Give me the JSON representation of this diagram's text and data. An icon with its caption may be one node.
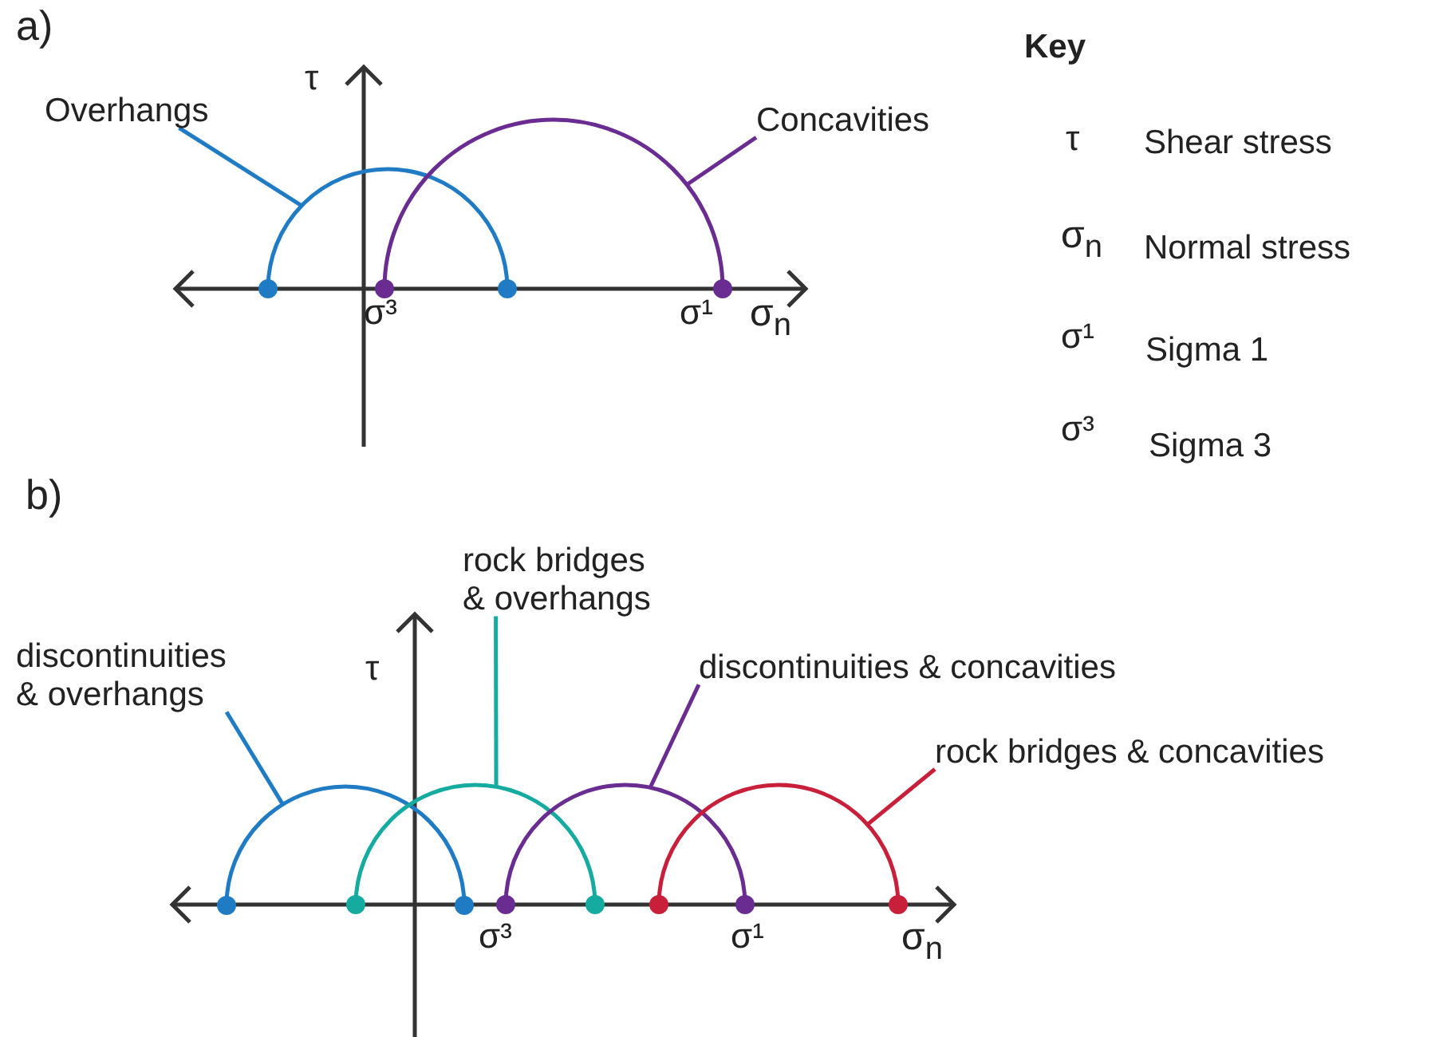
{
  "diagram": {
    "nodes": [
      {
        "text": [
          "Overhangs"
        ]
      },
      {
        "text": [],
        "shape": "semicircle"
      },
      {
        "text": [
          "Concavities"
        ]
      },
      {
        "text": [],
        "shape": "semicircle"
      },
      {
        "text": [
          "rock bridges & overhangs"
        ]
      },
      {
        "text": [
          "discontinuities & overhangs"
        ]
      },
      {
        "text": [
          "discontinuities & concavities"
        ]
      },
      {
        "text": [
          "rock bridges & concavities"
        ]
      },
      {
        "text": [],
        "shape": "semicircle"
      },
      {
        "text": [],
        "shape": "semicircle"
      },
      {
        "text": [],
        "shape": "semicircle"
      },
      {
        "text": [],
        "shape": "semicircle"
      }
    ],
    "edges": [
      {
        "from": 0,
        "to": 1,
        "arrow": "none",
        "color": "#1f7cc4"
      },
      {
        "from": 2,
        "to": 3,
        "arrow": "none",
        "color": "#6a2c91"
      },
      {
        "from": 5,
        "to": 8,
        "arrow": "none",
        "color": "#1f7cc4"
      },
      {
        "from": 4,
        "to": 9,
        "arrow": "none",
        "color": "#15aba0"
      },
      {
        "from": 6,
        "to": 10,
        "arrow": "none",
        "color": "#6a2c91"
      },
      {
        "from": 7,
        "to": 11,
        "arrow": "none",
        "color": "#c8203a"
      }
    ],
    "labels": [
      "a)",
      "τ",
      "σ³",
      "σ¹",
      "σ$_{n}$",
      "Key",
      "τ",
      "Shear stress",
      "σ$_{n}$",
      "Normal stress",
      "σ¹",
      "Sigma 1",
      "σ³",
      "Sigma 3",
      "b)",
      "τ",
      "σ³",
      "σ¹",
      "σ$_{n}$"
    ]
  }
}
